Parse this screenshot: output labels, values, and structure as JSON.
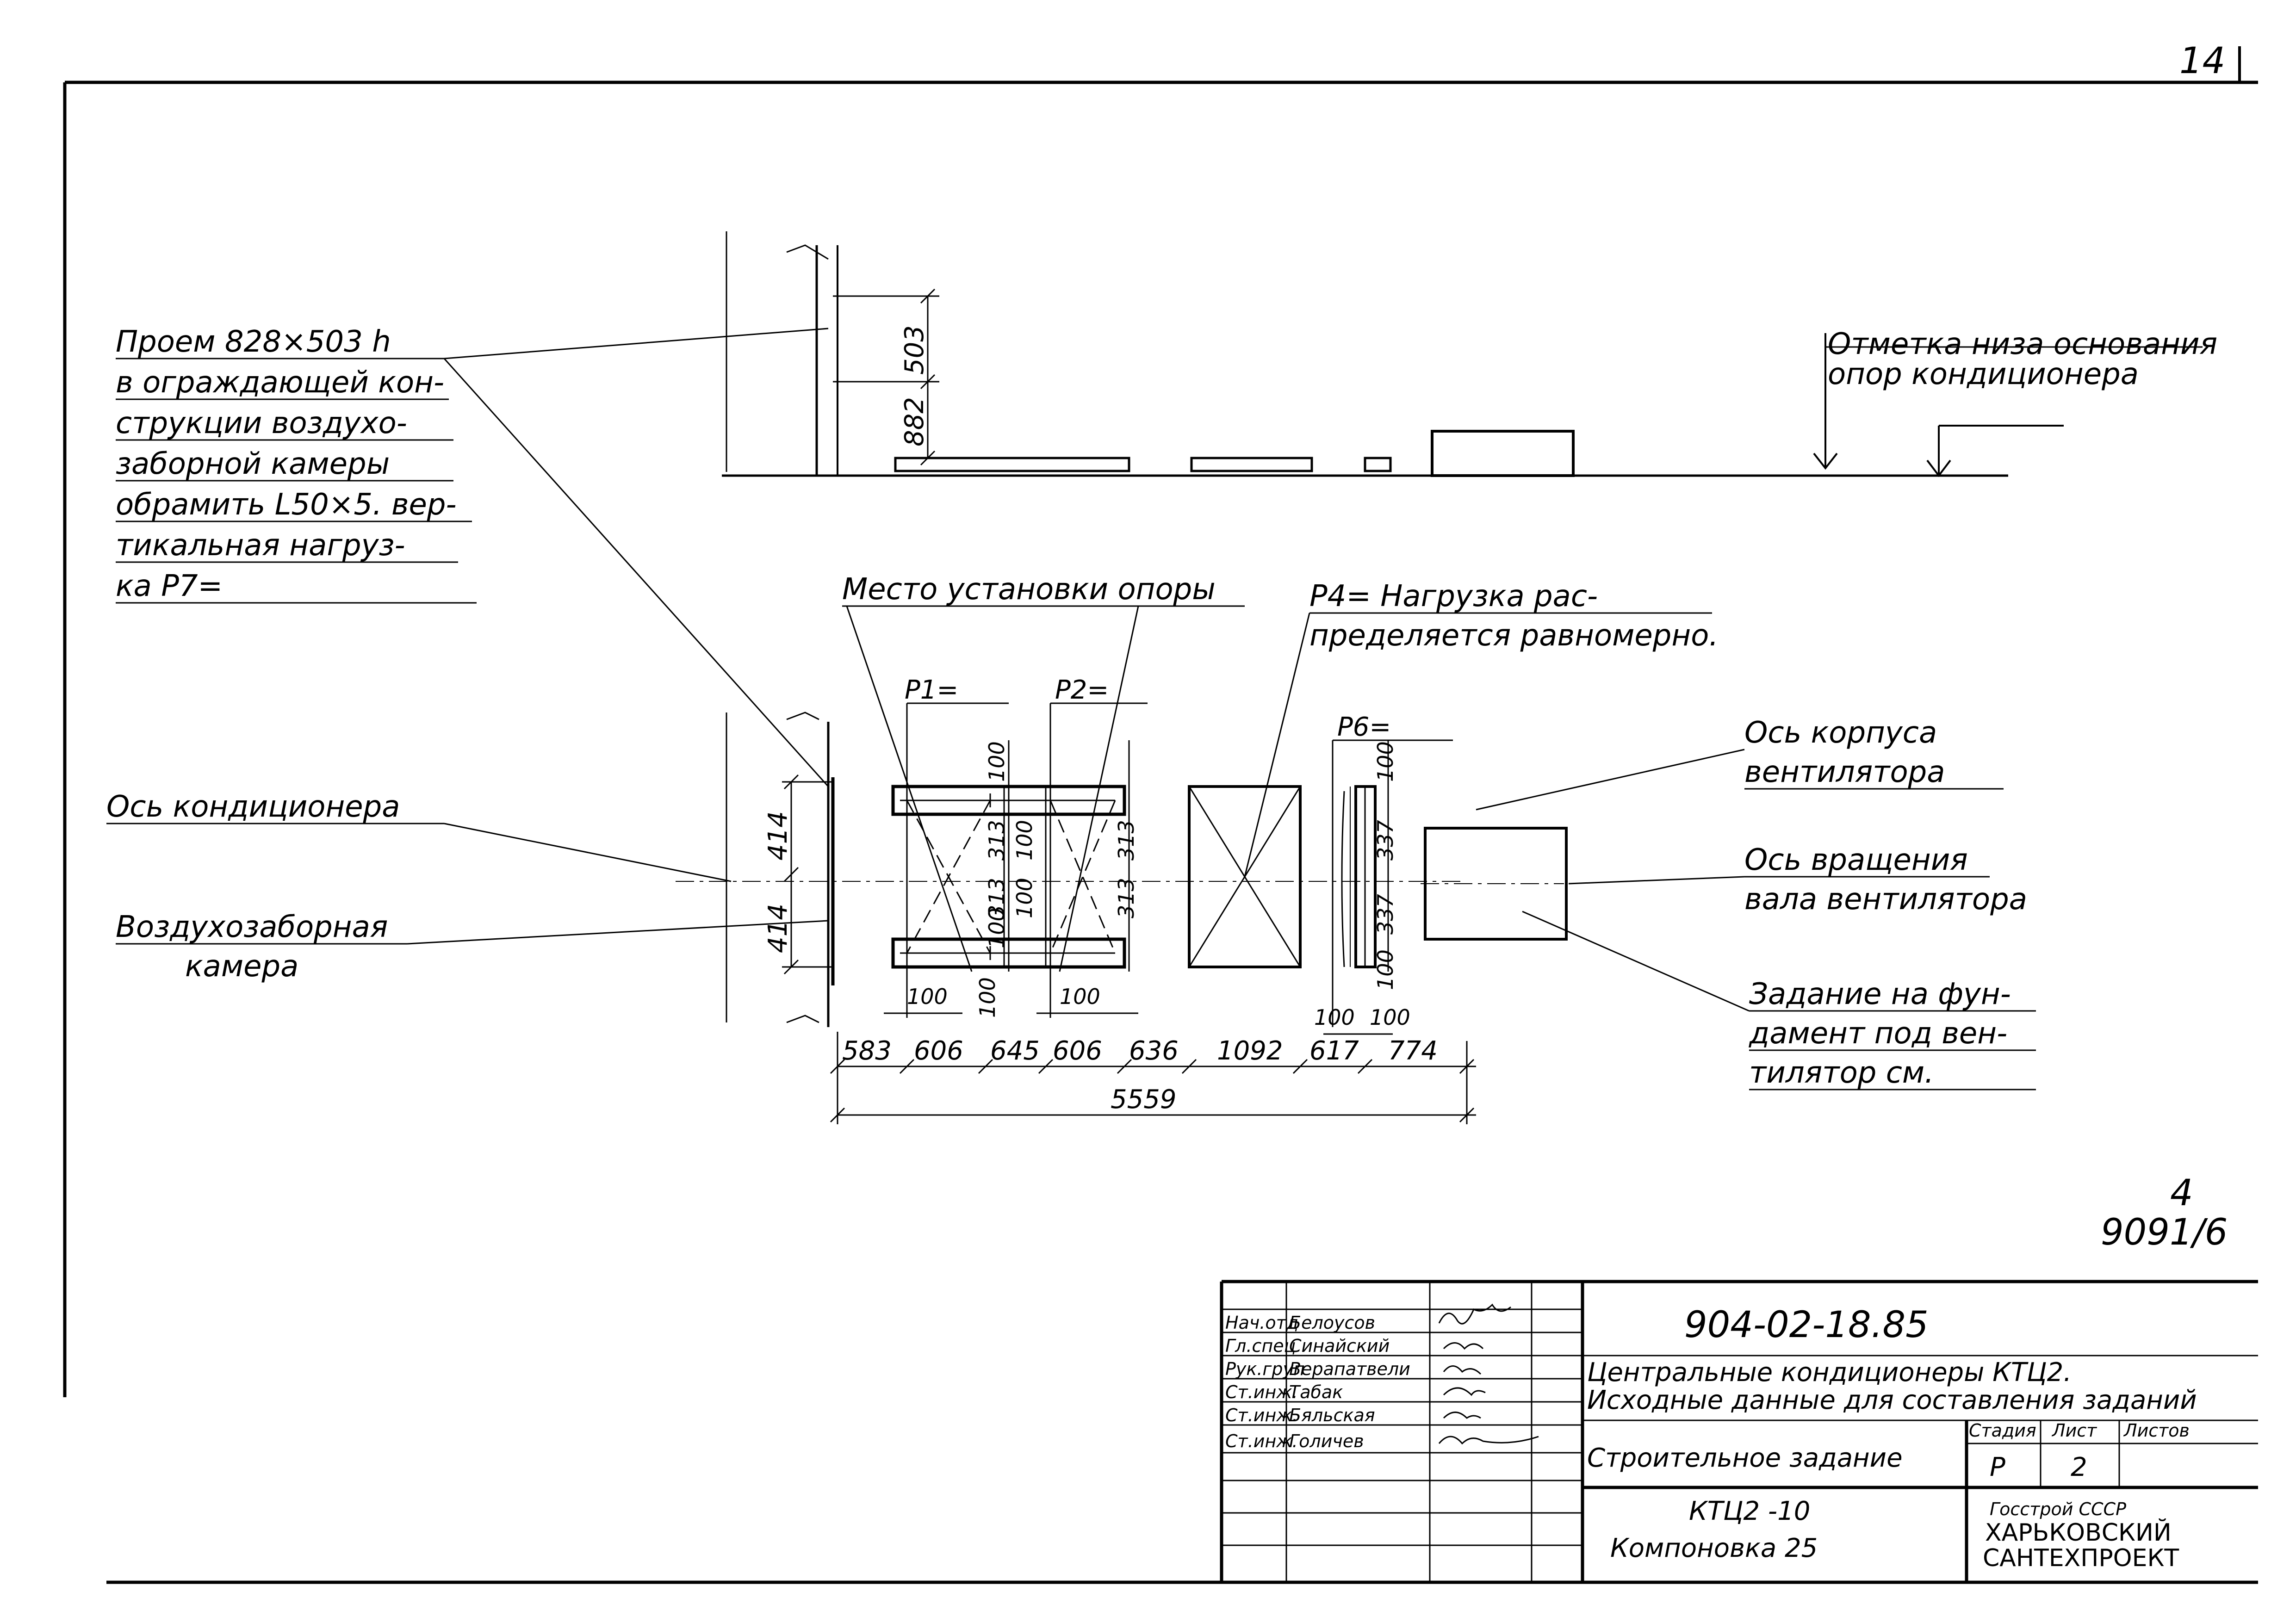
{
  "sheet_corner": "14",
  "elevation": {
    "dim_503": "503",
    "dim_882": "882",
    "mark_label_line1": "Отметка низа основания",
    "mark_label_line2": "опор кондиционера"
  },
  "notes": {
    "opening": [
      "Проем 828×503 h",
      "в ограждающей кон-",
      "струкции воздухо-",
      "заборной камеры",
      "обрамить L50×5. вер-",
      "тикальная нагруз-",
      "ка P7="
    ],
    "support_place": "Место установки опоры",
    "p4_line1": "P4=        Нагрузка рас-",
    "p4_line2": "пределяется равномерно.",
    "axis_conditioner": "Ось кондиционера",
    "intake_line1": "Воздухозаборная",
    "intake_line2": "камера",
    "fan_body_line1": "Ось корпуса",
    "fan_body_line2": "вентилятора",
    "fan_shaft_line1": "Ось вращения",
    "fan_shaft_line2": "вала вентилятора",
    "foundation": [
      "Задание на фун-",
      "дамент под вен-",
      "тилятор см."
    ]
  },
  "loads": {
    "p1": "P1=",
    "p2": "P2=",
    "p6": "P6="
  },
  "dims": {
    "d414_top": "414",
    "d414_bottom": "414",
    "d100_a": "100",
    "d313_a": "313",
    "d313_b": "313",
    "d100_b": "100",
    "d100_c": "100",
    "d313_c": "313",
    "d313_d": "313",
    "d100_d": "100",
    "d100_e": "100",
    "d337_a": "337",
    "d337_b": "337",
    "d100_f": "100",
    "b100_1": "100",
    "b100_2": "100",
    "b100_3": "100",
    "b100_4": "100",
    "b100_5": "100",
    "chain": [
      "583",
      "606",
      "645",
      "606",
      "636",
      "1092",
      "617",
      "774"
    ],
    "total": "5559"
  },
  "doc_number": {
    "num": "4",
    "den": "9091/6"
  },
  "title_block": {
    "people": [
      {
        "role": "Нач.отд",
        "name": "Белоусов"
      },
      {
        "role": "Гл.спец",
        "name": "Синайский"
      },
      {
        "role": "Рук.груп",
        "name": "Верапатвели"
      },
      {
        "role": "Ст.инж.",
        "name": "Табак"
      },
      {
        "role": "Ст.инж.",
        "name": "Бяльская"
      },
      {
        "role": "Ст.инж.",
        "name": "Голичев"
      }
    ],
    "code": "904-02-18.85",
    "title_line1": "Центральные кондиционеры КТЦ2.",
    "title_line2": "Исходные данные для составления заданий",
    "sheet_title": "Строительное задание",
    "stage_header": "Стадия",
    "sheet_header": "Лист",
    "sheets_header": "Листов",
    "stage": "Р",
    "sheet": "2",
    "sheets": "",
    "model_line1": "КТЦ2 -10",
    "model_line2": "Компоновка 25",
    "org_line1": "Госстрой СССР",
    "org_line2": "ХАРЬКОВСКИЙ",
    "org_line3": "САНТЕХПРОЕКТ"
  }
}
